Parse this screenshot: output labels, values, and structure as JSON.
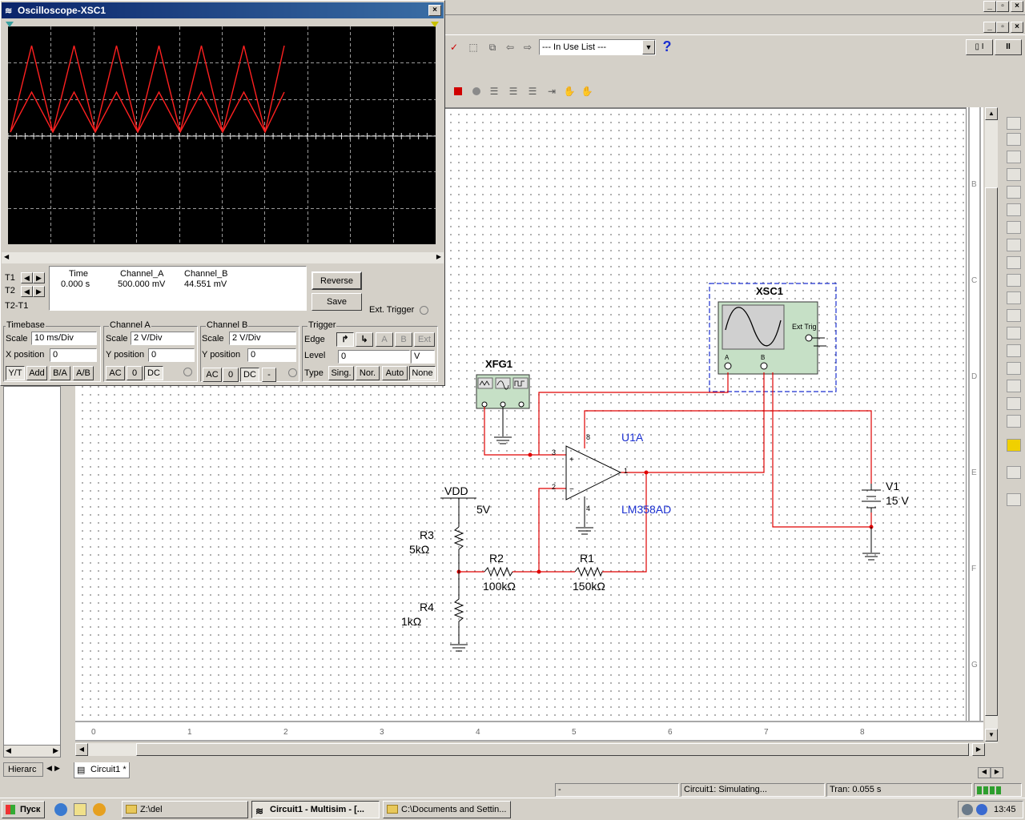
{
  "oscilloscope": {
    "title": "Oscilloscope-XSC1",
    "readout": {
      "headers": [
        "Time",
        "Channel_A",
        "Channel_B"
      ],
      "values": [
        "0.000 s",
        "500.000 mV",
        "44.551 mV"
      ]
    },
    "cursor_labels": [
      "T1",
      "T2",
      "T2-T1"
    ],
    "reverse_label": "Reverse",
    "save_label": "Save",
    "ext_trigger_label": "Ext. Trigger",
    "timebase": {
      "group": "Timebase",
      "scale_label": "Scale",
      "scale": "10 ms/Div",
      "xpos_label": "X position",
      "xpos": "0",
      "buttons": [
        "Y/T",
        "Add",
        "B/A",
        "A/B"
      ]
    },
    "channel_a": {
      "group": "Channel A",
      "scale_label": "Scale",
      "scale": "2  V/Div",
      "ypos_label": "Y position",
      "ypos": "0",
      "buttons": [
        "AC",
        "0",
        "DC"
      ]
    },
    "channel_b": {
      "group": "Channel B",
      "scale_label": "Scale",
      "scale": "2  V/Div",
      "ypos_label": "Y position",
      "ypos": "0",
      "buttons": [
        "AC",
        "0",
        "DC",
        "-"
      ]
    },
    "trigger": {
      "group": "Trigger",
      "edge_label": "Edge",
      "edge_buttons": [
        "A",
        "B",
        "Ext"
      ],
      "level_label": "Level",
      "level": "0",
      "level_unit": "V",
      "type_label": "Type",
      "type_buttons": [
        "Sing.",
        "Nor.",
        "Auto",
        "None"
      ]
    },
    "trace_color": "#ff2020"
  },
  "toolbar": {
    "in_use_list": "--- In Use List ---",
    "help_icon": "?"
  },
  "schematic": {
    "xsc1": "XSC1",
    "ext_trig": "Ext Trig",
    "xfg1": "XFG1",
    "u1a": "U1A",
    "lm358": "LM358AD",
    "vdd": "VDD",
    "vdd_value": "5V",
    "r3": "R3",
    "r3_value": "5kΩ",
    "r4": "R4",
    "r4_value": "1kΩ",
    "r2": "R2",
    "r2_value": "100kΩ",
    "r1": "R1",
    "r1_value": "150kΩ",
    "v1": "V1",
    "v1_value": "15 V",
    "pins": {
      "p3": "3",
      "p2": "2",
      "p1": "1",
      "p8": "8",
      "p4": "4"
    },
    "wire_color": "#e00000"
  },
  "ruler": {
    "bottom": [
      "0",
      "1",
      "2",
      "3",
      "4",
      "5",
      "6",
      "7",
      "8"
    ],
    "right": [
      "B",
      "C",
      "D",
      "E",
      "F",
      "G"
    ]
  },
  "left_panel": {
    "tab_label": "Hierarc"
  },
  "design_tab": "Circuit1 *",
  "status": {
    "cell1": "-",
    "cell2": "Circuit1: Simulating...",
    "cell3": "Tran: 0.055 s"
  },
  "taskbar": {
    "start": "Пуск",
    "tasks": [
      "Z:\\del",
      "Circuit1 - Multisim - [...",
      "C:\\Documents and Settin..."
    ],
    "clock": "13:45"
  }
}
